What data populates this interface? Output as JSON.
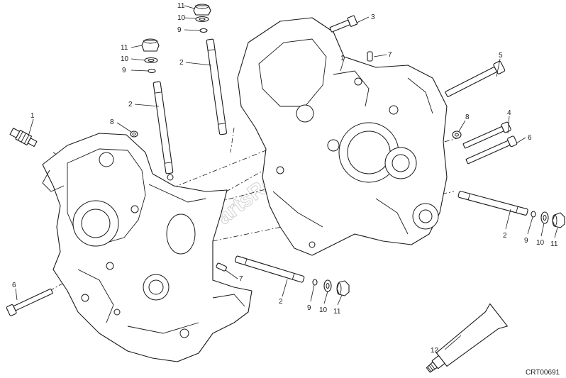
{
  "diagram": {
    "drawing_code": "CRT00691",
    "watermark": "PartsRepublik",
    "callouts": {
      "c1": "1",
      "c2a": "2",
      "c2b": "2",
      "c2c": "2",
      "c2d": "2",
      "c3": "3",
      "c4": "4",
      "c5": "5",
      "c6a": "6",
      "c6b": "6",
      "c7a": "7",
      "c7b": "7",
      "c8a": "8",
      "c8b": "8",
      "c9a": "9",
      "c9b": "9",
      "c9c": "9",
      "c9d": "9",
      "c10a": "10",
      "c10b": "10",
      "c10c": "10",
      "c10d": "10",
      "c11a": "11",
      "c11b": "11",
      "c11c": "11",
      "c11d": "11",
      "c12": "12",
      "c1b": "1"
    }
  }
}
